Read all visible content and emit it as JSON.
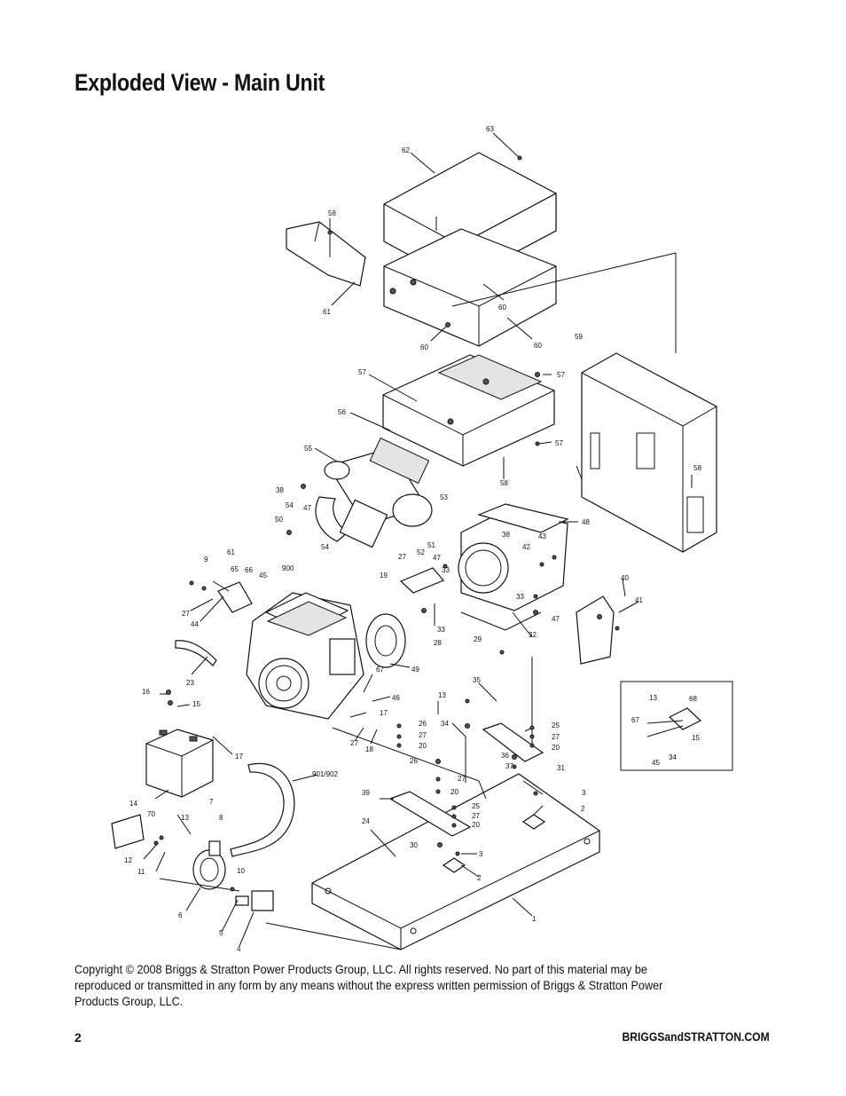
{
  "page": {
    "title": "Exploded View - Main Unit",
    "copyright": "Copyright © 2008 Briggs & Stratton Power Products Group, LLC.  All rights reserved.  No part of this material may be reproduced or transmitted in any form by any means without the express written permission of Briggs & Stratton Power Products Group, LLC.",
    "page_number": "2",
    "website": "BRIGGSandSTRATTON.COM"
  },
  "callouts": {
    "c63": "63",
    "c62": "62",
    "c58a": "58",
    "c61a": "61",
    "c60a": "60",
    "c60b": "60",
    "c60c": "60",
    "c59": "59",
    "c57a": "57",
    "c57b": "57",
    "c57c": "57",
    "c56": "56",
    "c55": "55",
    "c58b": "58",
    "c58c": "58",
    "c38a": "38",
    "c54a": "54",
    "c47a": "47",
    "c50": "50",
    "c54b": "54",
    "c53": "53",
    "c48": "48",
    "c27a": "27",
    "c52": "52",
    "c51": "51",
    "c38b": "38",
    "c42": "42",
    "c43": "43",
    "c61b": "61",
    "c9": "9",
    "c65": "65",
    "c66": "66",
    "c45a": "45",
    "c900": "900",
    "c19": "19",
    "c47b": "47",
    "c33a": "33",
    "c33b": "33",
    "c47c": "47",
    "c40": "40",
    "c41": "41",
    "c27b": "27",
    "c44": "44",
    "c32": "32",
    "c33c": "33",
    "c28": "28",
    "c29": "29",
    "c23": "23",
    "c49": "49",
    "c67a": "67",
    "c46": "46",
    "c35": "35",
    "c13a": "13",
    "c16": "16",
    "c15a": "15",
    "c17a": "17",
    "c26a": "26",
    "c27c": "27",
    "c20a": "20",
    "c34a": "34",
    "c25a": "25",
    "c27d": "27",
    "c20b": "20",
    "c27e": "27",
    "c18": "18",
    "c17b": "17",
    "c36": "36",
    "c37": "37",
    "c31": "31",
    "c26b": "26",
    "c27f": "27",
    "c20c": "20",
    "c901": "901/902",
    "c14": "14",
    "c39": "39",
    "c25b": "25",
    "c27g": "27",
    "c20d": "20",
    "c3a": "3",
    "c2a": "2",
    "c70": "70",
    "c13b": "13",
    "c7": "7",
    "c8": "8",
    "c24": "24",
    "c30": "30",
    "c3b": "3",
    "c2b": "2",
    "c12": "12",
    "c11": "11",
    "c10": "10",
    "c6": "6",
    "c5": "5",
    "c4": "4",
    "c1": "1",
    "i13": "13",
    "i68": "68",
    "i67": "67",
    "i15": "15",
    "i45": "45",
    "i34": "34"
  }
}
